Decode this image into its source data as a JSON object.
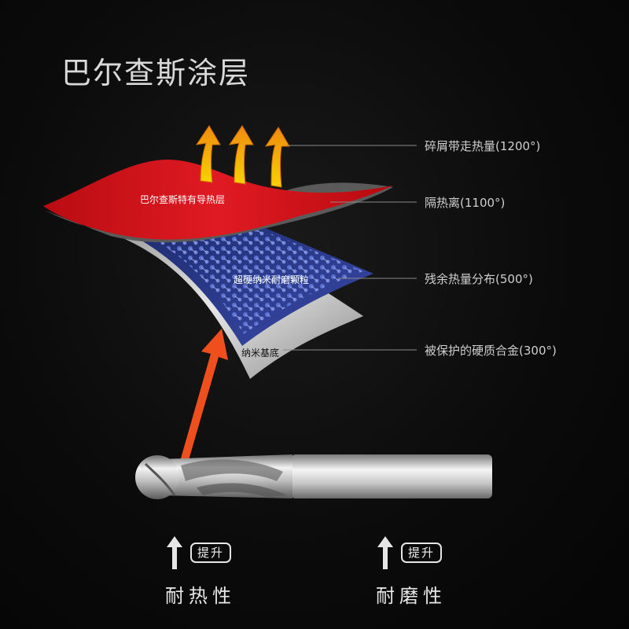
{
  "title": "巴尔查斯涂层",
  "layers": {
    "top": "巴尔查斯特有导热层",
    "middle": "超硬纳米耐磨颗粒",
    "bottom": "纳米基底"
  },
  "callouts": [
    "碎屑带走热量(1200°)",
    "隔热离(1100°)",
    "残余热量分布(500°)",
    "被保护的硬质合金(300°)"
  ],
  "features": [
    {
      "badge": "提升",
      "name": "耐热性"
    },
    {
      "badge": "提升",
      "name": "耐磨性"
    }
  ],
  "colors": {
    "heat_layer": "#d0101a",
    "particle_layer": "#2c3a8a",
    "heat_arrow": "#f7a21b",
    "pointer_arrow": "#ee4f1c"
  }
}
